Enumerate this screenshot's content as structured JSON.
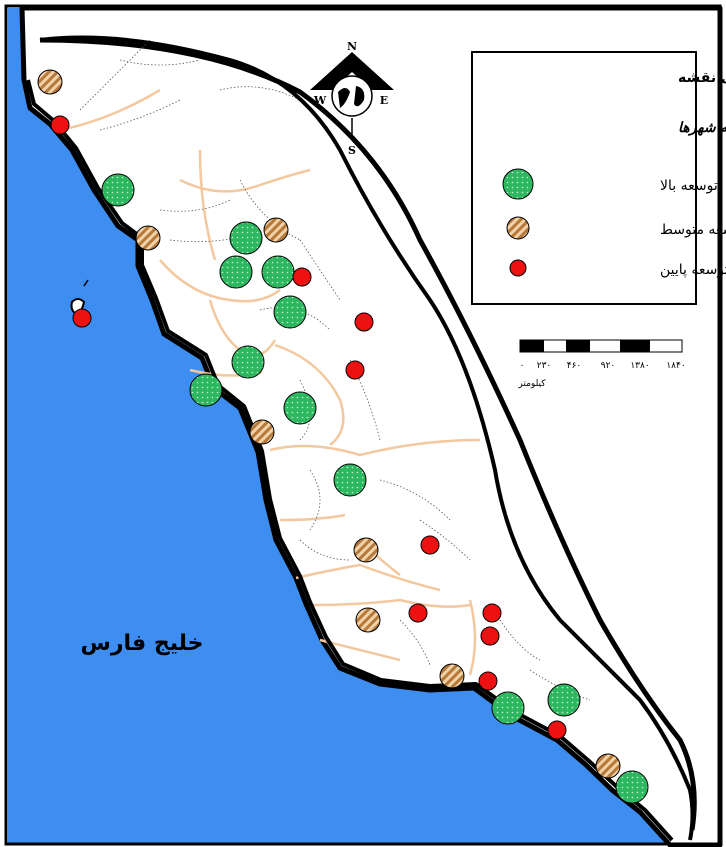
{
  "legend": {
    "title": "راهنمای نقشه",
    "subtitle": "سطح بندی توسعه شهرها",
    "items": [
      {
        "label": "توسعه بالا",
        "kind": "high"
      },
      {
        "label": "توسعه متوسط",
        "kind": "medium"
      },
      {
        "label": "توسعه پایین",
        "kind": "low"
      }
    ]
  },
  "compass": {
    "n": "N",
    "s": "S",
    "e": "E",
    "w": "W"
  },
  "scale": {
    "ticks": [
      "۰",
      "۲۳۰",
      "۴۶۰",
      "۹۲۰",
      "۱۳۸۰",
      "۱۸۴۰"
    ],
    "unit": "کیلومتر"
  },
  "sea_label": "خلیج فارس",
  "colors": {
    "sea": "#3d8ef0",
    "land": "#ffffff",
    "high": "#2db860",
    "medium_a": "#f2d2a8",
    "medium_b": "#b5793a",
    "low": "#ee1111",
    "road": "#f3c89e"
  }
}
